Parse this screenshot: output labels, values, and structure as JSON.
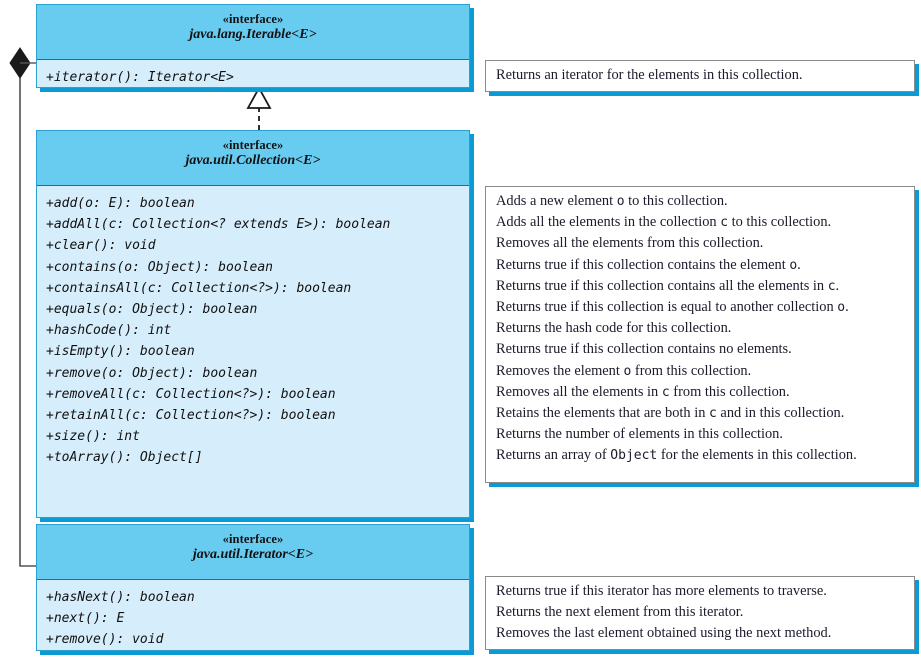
{
  "diagram": {
    "title": "Java Collection Framework UML class diagram",
    "colors": {
      "header_fill": "#68cbf0",
      "body_fill": "#d6eefc",
      "box_border": "#2a9fd0",
      "shadow": "#0a9ad4",
      "desc_border": "#8a8a8a",
      "connector": "#555555",
      "text": "#111111"
    }
  },
  "classes": [
    {
      "id": "iterable",
      "stereotype": "«interface»",
      "name": "java.lang.Iterable<E>",
      "members": [
        "+iterator(): Iterator<E>"
      ]
    },
    {
      "id": "collection",
      "stereotype": "«interface»",
      "name": "java.util.Collection<E>",
      "members": [
        "+add(o: E): boolean",
        "+addAll(c: Collection<? extends E>): boolean",
        "+clear(): void",
        "+contains(o: Object): boolean",
        "+containsAll(c: Collection<?>): boolean",
        "+equals(o: Object): boolean",
        "+hashCode(): int",
        "+isEmpty(): boolean",
        "+remove(o: Object): boolean",
        "+removeAll(c: Collection<?>): boolean",
        "+retainAll(c: Collection<?>): boolean",
        "+size(): int",
        "+toArray(): Object[]"
      ]
    },
    {
      "id": "iterator",
      "stereotype": "«interface»",
      "name": "java.util.Iterator<E>",
      "members": [
        "+hasNext(): boolean",
        "+next(): E",
        "+remove(): void"
      ]
    }
  ],
  "descriptions": [
    {
      "id": "iterable-desc",
      "lines": [
        [
          {
            "t": "Returns an iterator for the elements in this collection.",
            "mono": false
          }
        ]
      ]
    },
    {
      "id": "collection-desc",
      "lines": [
        [
          {
            "t": "Adds a new element ",
            "mono": false
          },
          {
            "t": "o",
            "mono": true
          },
          {
            "t": " to this collection.",
            "mono": false
          }
        ],
        [
          {
            "t": "Adds all the elements in the collection ",
            "mono": false
          },
          {
            "t": "c",
            "mono": true
          },
          {
            "t": " to this collection.",
            "mono": false
          }
        ],
        [
          {
            "t": "Removes all the elements from this collection.",
            "mono": false
          }
        ],
        [
          {
            "t": "Returns true if this collection contains the element ",
            "mono": false
          },
          {
            "t": "o",
            "mono": true
          },
          {
            "t": ".",
            "mono": false
          }
        ],
        [
          {
            "t": "Returns true if this collection contains all the elements in ",
            "mono": false
          },
          {
            "t": "c",
            "mono": true
          },
          {
            "t": ".",
            "mono": false
          }
        ],
        [
          {
            "t": "Returns true if this collection is equal to another collection ",
            "mono": false
          },
          {
            "t": "o",
            "mono": true
          },
          {
            "t": ".",
            "mono": false
          }
        ],
        [
          {
            "t": "Returns the hash code for this collection.",
            "mono": false
          }
        ],
        [
          {
            "t": "Returns true if this collection contains no elements.",
            "mono": false
          }
        ],
        [
          {
            "t": "Removes the element ",
            "mono": false
          },
          {
            "t": "o",
            "mono": true
          },
          {
            "t": " from this collection.",
            "mono": false
          }
        ],
        [
          {
            "t": "Removes all the elements in ",
            "mono": false
          },
          {
            "t": "c",
            "mono": true
          },
          {
            "t": " from this collection.",
            "mono": false
          }
        ],
        [
          {
            "t": "Retains the elements that are both in ",
            "mono": false
          },
          {
            "t": "c",
            "mono": true
          },
          {
            "t": " and in this collection.",
            "mono": false
          }
        ],
        [
          {
            "t": "Returns the number of elements in this collection.",
            "mono": false
          }
        ],
        [
          {
            "t": "Returns an array of ",
            "mono": false
          },
          {
            "t": "Object",
            "mono": true
          },
          {
            "t": " for the elements in this collection.",
            "mono": false
          }
        ]
      ]
    },
    {
      "id": "iterator-desc",
      "lines": [
        [
          {
            "t": "Returns true if this iterator has more elements to traverse.",
            "mono": false
          }
        ],
        [
          {
            "t": "Returns the next element from this iterator.",
            "mono": false
          }
        ],
        [
          {
            "t": "Removes the last element obtained using the next method.",
            "mono": false
          }
        ]
      ]
    }
  ],
  "connectors": [
    {
      "id": "realization",
      "kind": "realization-dashed-hollow-triangle",
      "from": "java.util.Collection<E>",
      "to": "java.lang.Iterable<E>"
    },
    {
      "id": "composition",
      "kind": "composition-filled-diamond",
      "from": "java.lang.Iterable<E>",
      "to": "java.util.Iterator<E>"
    }
  ]
}
